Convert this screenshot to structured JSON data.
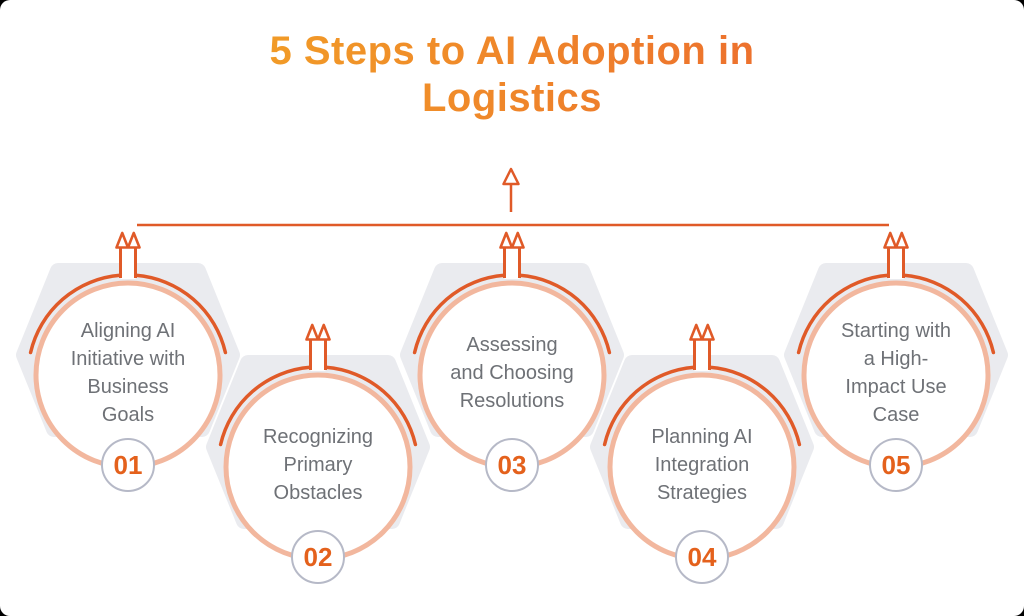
{
  "title": "5 Steps to AI Adoption in\nLogistics",
  "steps": [
    {
      "number": "01",
      "label": "Aligning AI\nInitiative with\nBusiness\nGoals"
    },
    {
      "number": "02",
      "label": "Recognizing\nPrimary\nObstacles"
    },
    {
      "number": "03",
      "label": "Assessing\nand Choosing\nResolutions"
    },
    {
      "number": "04",
      "label": "Planning AI\nIntegration\nStrategies"
    },
    {
      "number": "05",
      "label": "Starting with\na High-\nImpact Use\nCase"
    }
  ],
  "icons": {
    "center_arrow": "up-arrow-icon",
    "step_arrow": "double-chevron-up-icon"
  },
  "colors": {
    "accent_orange": "#e05a28",
    "salmon_ring": "#f2b79e",
    "title_gradient_start": "#f2a026",
    "title_gradient_end": "#ec6c2e",
    "step_number_orange": "#e4611c",
    "label_gray": "#6e7176",
    "badge_border_gray": "#b6b9c7",
    "hexagon_gray": "#eaebef",
    "card_bg": "#ffffff",
    "page_bg": "#000000"
  }
}
